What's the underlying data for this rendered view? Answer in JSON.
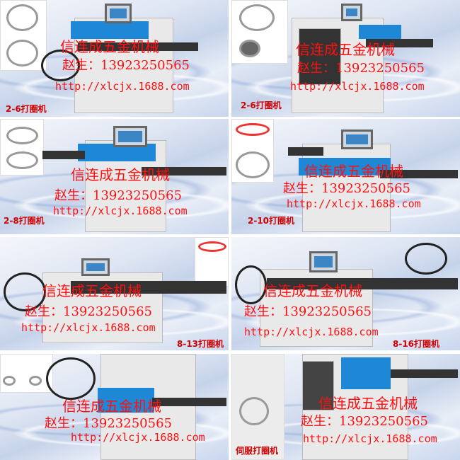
{
  "panels": [
    {
      "company": "信连成五金机械",
      "phone": "赵生：13923250565",
      "url": "http://xlcjx.1688.com",
      "label": "2-6打圈机"
    },
    {
      "company": "信连成五金机械",
      "phone": "赵生：13923250565",
      "url": "http://xlcjx.1688.com",
      "label": "2-6打圈机"
    },
    {
      "company": "信连成五金机械",
      "phone": "赵生：13923250565",
      "url": "http://xlcjx.1688.com",
      "label": "2-8打圈机"
    },
    {
      "company": "信连成五金机械",
      "phone": "赵生：13923250565",
      "url": "http://xlcjx.1688.com",
      "label": "2-10打圈机"
    },
    {
      "company": "信连成五金机械",
      "phone": "赵生：13923250565",
      "url": "http://xlcjx.1688.com",
      "label": "8-13打圈机"
    },
    {
      "company": "信连成五金机械",
      "phone": "赵生：13923250565",
      "url": "http://xlcjx.1688.com",
      "label": "8-16打圈机"
    },
    {
      "company": "信连成五金机械",
      "phone": "赵生：13923250565",
      "url": "http://xlcjx.1688.com",
      "label": "伺服打圈机"
    },
    {
      "company": "信连成五金机械",
      "phone": "赵生：13923250565",
      "url": "http://xlcjx.1688.com"
    }
  ],
  "colors": {
    "watermark": "#ff1010",
    "machine_blue": "#1e88d6"
  }
}
